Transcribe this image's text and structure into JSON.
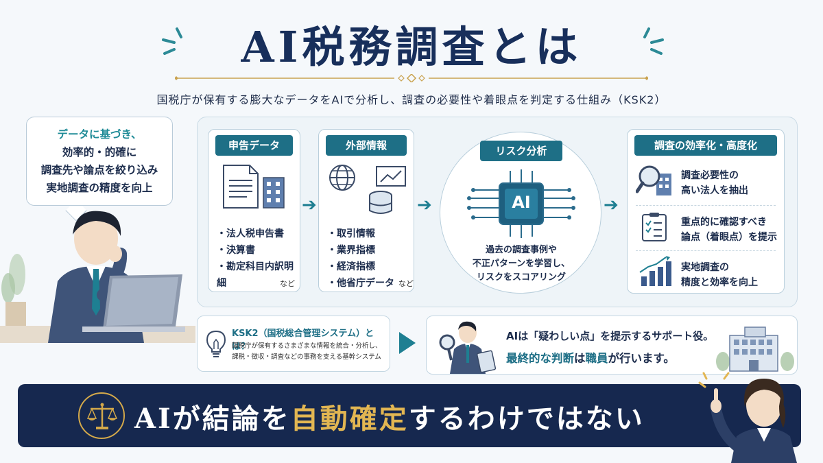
{
  "title": "AI税務調査とは",
  "subtitle": "国税庁が保有する膨大なデータをAIで分析し、調査の必要性や着眼点を判定する仕組み（KSK2）",
  "bubble": {
    "line1": "データに基づき、",
    "line2": "効率的・的確に",
    "line3": "調査先や論点を絞り込み",
    "line4": "実地調査の精度を向上"
  },
  "flow": {
    "shinkoku": {
      "title": "申告データ",
      "items": [
        "・法人税申告書",
        "・決算書",
        "・勘定科目内訳明細"
      ],
      "suffix": "など"
    },
    "gaibu": {
      "title": "外部情報",
      "items": [
        "・取引情報",
        "・業界指標",
        "・経済指標",
        "・他省庁データ"
      ],
      "suffix": "など"
    },
    "risk": {
      "title": "リスク分析",
      "chip": "AI",
      "line1": "過去の調査事例や",
      "line2": "不正パターンを学習し、",
      "line3": "リスクをスコアリング"
    },
    "kouka": {
      "title": "調査の効率化・高度化",
      "r1a": "調査必要性の",
      "r1b": "高い法人を抽出",
      "r2a": "重点的に確認すべき",
      "r2b": "論点（着眼点）を提示",
      "r3a": "実地調査の",
      "r3b": "精度と効率を向上"
    }
  },
  "ksk": {
    "title": "KSK2（国税総合管理システム）とは？",
    "desc1": "国税庁が保有するさまざまな情報を統合・分析し、",
    "desc2": "課税・徴収・調査などの事務を支える基幹システム"
  },
  "ai_role": {
    "line1": "AIは「疑わしい点」を提示するサポート役。",
    "line2_a": "最終的な判断",
    "line2_b": "は",
    "line2_c": "職員",
    "line2_d": "が行います。"
  },
  "banner": {
    "part1": "AIが結論を",
    "part2": "自動確定",
    "part3": "するわけではない"
  }
}
